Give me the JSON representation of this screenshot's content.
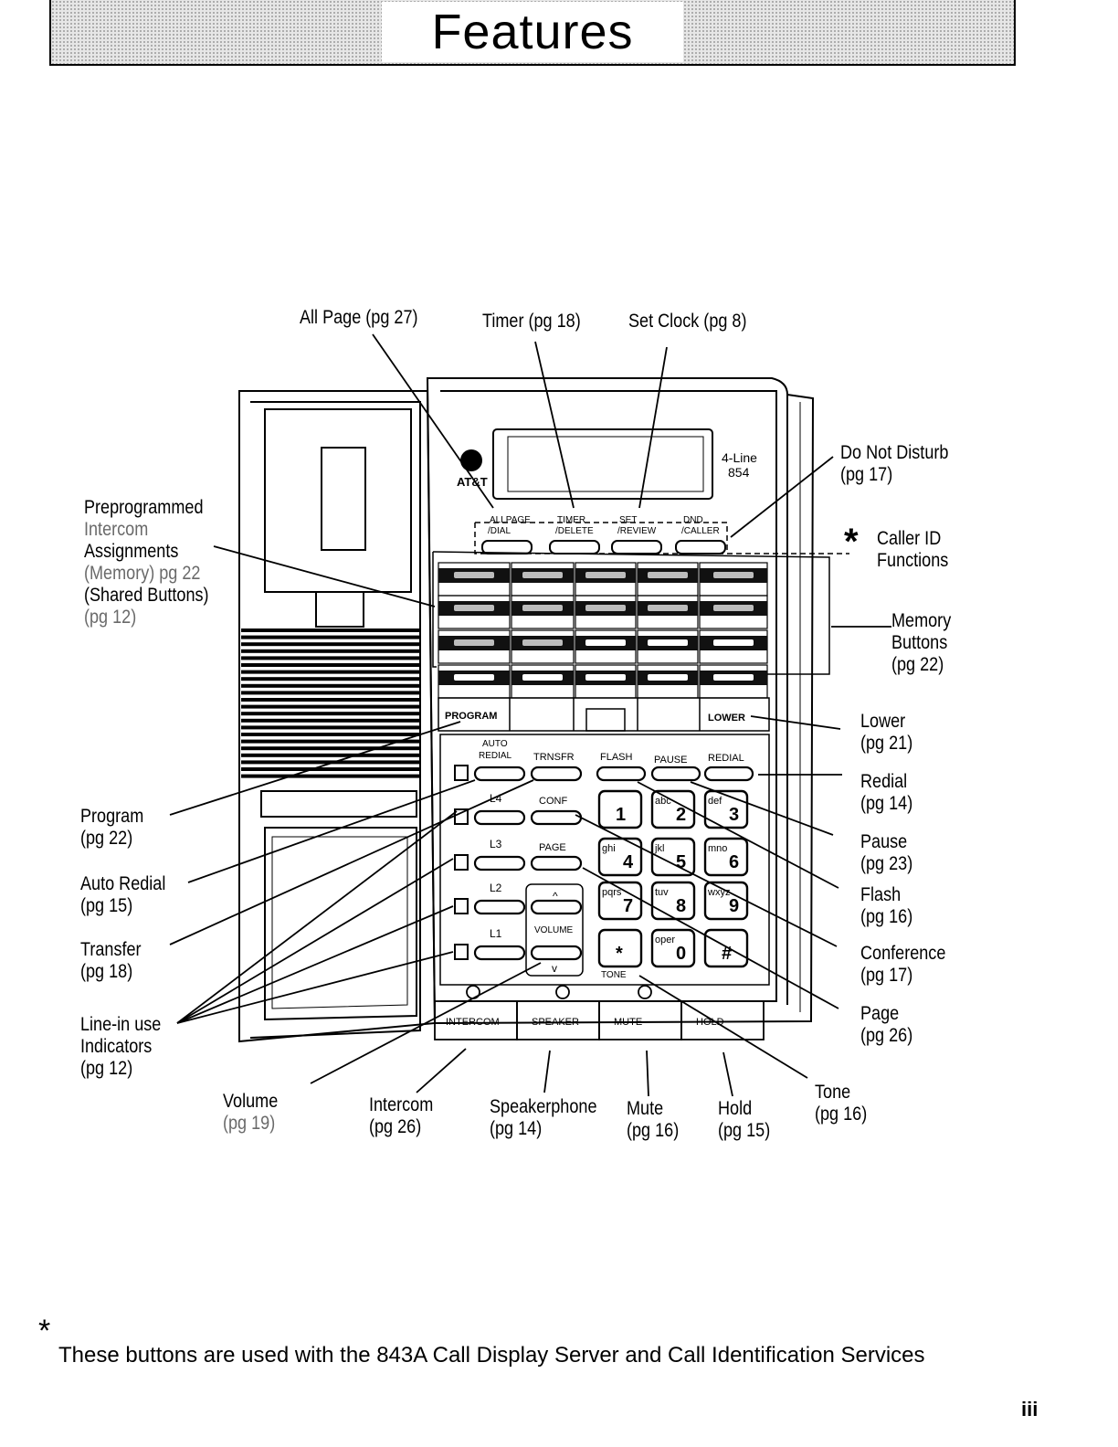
{
  "header": {
    "title": "Features"
  },
  "callouts": {
    "all_page": "All Page (pg 27)",
    "timer": "Timer (pg 18)",
    "set_clock": "Set Clock (pg 8)",
    "dnd_1": "Do Not Disturb",
    "dnd_2": "(pg 17)",
    "caller_id_1": "Caller ID",
    "caller_id_2": "Functions",
    "memory_1": "Memory",
    "memory_2": "Buttons",
    "memory_3": "(pg 22)",
    "preprog_1": "Preprogrammed",
    "preprog_2": "Intercom",
    "preprog_3": "Assignments",
    "preprog_4": "(Memory) pg 22",
    "preprog_5": "(Shared Buttons)",
    "preprog_6": "(pg 12)",
    "lower_1": "Lower",
    "lower_2": "(pg 21)",
    "redial_1": "Redial",
    "redial_2": "(pg 14)",
    "pause_1": "Pause",
    "pause_2": "(pg 23)",
    "flash_1": "Flash",
    "flash_2": "(pg 16)",
    "conf_1": "Conference",
    "conf_2": "(pg 17)",
    "page_1": "Page",
    "page_2": "(pg 26)",
    "tone_1": "Tone",
    "tone_2": "(pg 16)",
    "program_1": "Program",
    "program_2": "(pg 22)",
    "auto_redial_1": "Auto Redial",
    "auto_redial_2": "(pg 15)",
    "transfer_1": "Transfer",
    "transfer_2": "(pg 18)",
    "line_1": "Line-in use",
    "line_2": "Indicators",
    "line_3": "(pg 12)",
    "volume_1": "Volume",
    "volume_2": "(pg 19)",
    "intercom_1": "Intercom",
    "intercom_2": "(pg 26)",
    "speaker_1": "Speakerphone",
    "speaker_2": "(pg 14)",
    "mute_1": "Mute",
    "mute_2": "(pg 16)",
    "hold_1": "Hold",
    "hold_2": "(pg 15)"
  },
  "phone": {
    "brand": "AT&T",
    "model_1": "4-Line",
    "model_2": "854",
    "fn_keys": [
      {
        "top": "ALLPAGE",
        "bottom": "/DIAL"
      },
      {
        "top": "TIMER",
        "bottom": "/DELETE"
      },
      {
        "top": "SET",
        "bottom": "/REVIEW"
      },
      {
        "top": "DND",
        "bottom": "/CALLER"
      }
    ],
    "program": "PROGRAM",
    "lower": "LOWER",
    "auto_redial_1": "AUTO",
    "auto_redial_2": "REDIAL",
    "trnsfr": "TRNSFR",
    "flash": "FLASH",
    "pause": "PAUSE",
    "redial": "REDIAL",
    "conf": "CONF",
    "page": "PAGE",
    "lines": [
      "L4",
      "L3",
      "L2",
      "L1"
    ],
    "volume": "VOLUME",
    "vol_up": "^",
    "vol_down": "v",
    "tone": "TONE",
    "keypad": [
      {
        "letters": "",
        "digit": "1"
      },
      {
        "letters": "abc",
        "digit": "2"
      },
      {
        "letters": "def",
        "digit": "3"
      },
      {
        "letters": "ghi",
        "digit": "4"
      },
      {
        "letters": "jkl",
        "digit": "5"
      },
      {
        "letters": "mno",
        "digit": "6"
      },
      {
        "letters": "pqrs",
        "digit": "7"
      },
      {
        "letters": "tuv",
        "digit": "8"
      },
      {
        "letters": "wxyz",
        "digit": "9"
      },
      {
        "letters": "",
        "digit": "*"
      },
      {
        "letters": "oper",
        "digit": "0"
      },
      {
        "letters": "",
        "digit": "#"
      }
    ],
    "bottom_keys": [
      "INTERCOM",
      "SPEAKER",
      "MUTE",
      "HOLD"
    ]
  },
  "footnote": {
    "star": "*",
    "text": "These buttons are used with the 843A Call Display Server and Call Identification Services"
  },
  "page_number": "iii"
}
